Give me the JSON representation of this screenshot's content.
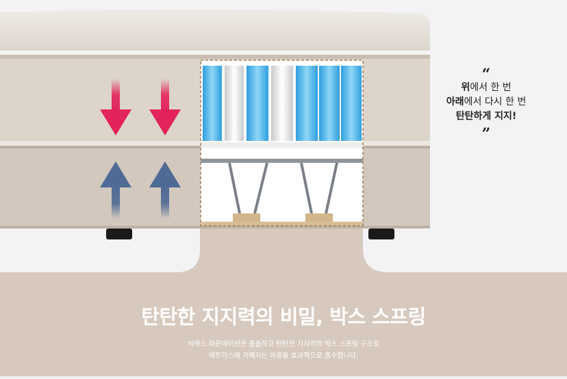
{
  "quote": {
    "open_mark": "“",
    "close_mark": "”",
    "line1_bold": "위",
    "line1_rest": "에서 한 번",
    "line2_bold": "아래",
    "line2_rest": "에서 다시 한 번",
    "line3_bold": "탄탄하게 지지!"
  },
  "section": {
    "title": "탄탄한 지지력의 비밀, 박스 스프링",
    "description_line1": "비렉스 파운데이션은 촘촘하고 탄탄한 지지력의 박스 스프링 구조로",
    "description_line2": "매트리스에 가해지는 하중을 효과적으로 흡수합니다."
  },
  "colors": {
    "page_background": "#f3f3f5",
    "bottom_band": "#d7c9bd",
    "pressure_arrow": "#e2245a",
    "support_arrow": "#4f6a95",
    "spring_blue": "#4bb6ea",
    "spring_white": "#e8e8ea",
    "fabric": "#ddd5cc"
  }
}
